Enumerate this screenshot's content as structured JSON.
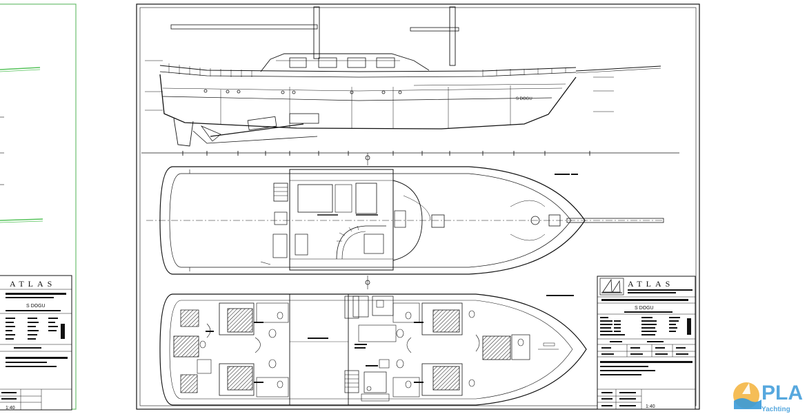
{
  "titleblock": {
    "logo_text": "ATLAS",
    "vessel_name": "S DOGU",
    "left_logo_text": "ATLAS",
    "left_vessel_name": "S DOGU",
    "left_scale": "1:40",
    "scale": "1:40"
  },
  "drawing": {
    "hull_name_label": "S DOGU"
  },
  "watermark": {
    "brand": "PLA",
    "tagline": "Yachting",
    "colors": {
      "primary": "#3a9ad9",
      "sun": "#f3b23a"
    }
  },
  "colors": {
    "line": "#111111",
    "green": "#55c25a",
    "frame_green": "#6bbf6e"
  }
}
